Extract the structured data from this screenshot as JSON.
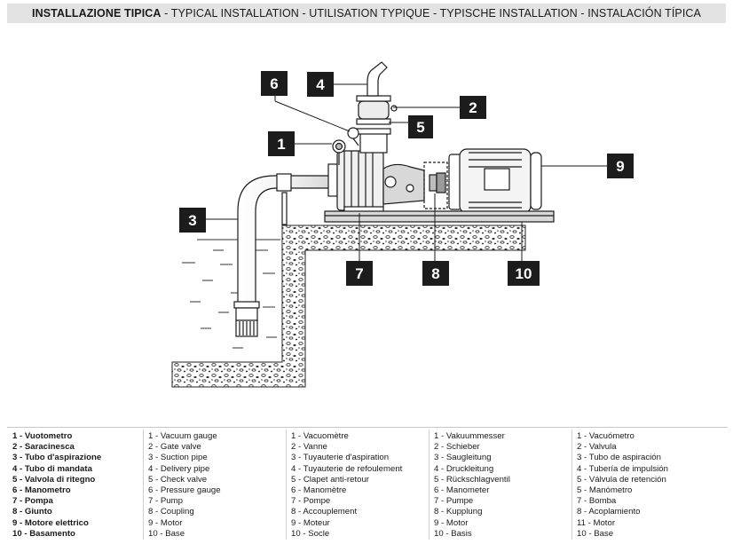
{
  "header": {
    "title_bold": "INSTALLAZIONE TIPICA",
    "title_rest": " - TYPICAL INSTALLATION - UTILISATION TYPIQUE - TYPISCHE INSTALLATION - INSTALACIÓN TÍPICA"
  },
  "callouts": [
    "1",
    "2",
    "3",
    "4",
    "5",
    "6",
    "7",
    "8",
    "9",
    "10"
  ],
  "legend": {
    "italian": [
      "1 - Vuotometro",
      "2 - Saracinesca",
      "3 - Tubo d'aspirazione",
      "4 - Tubo di mandata",
      "5 - Valvola di ritegno",
      "6 - Manometro",
      "7 - Pompa",
      "8 - Giunto",
      "9 - Motore elettrico",
      "10 - Basamento"
    ],
    "english": [
      "1 - Vacuum gauge",
      "2 - Gate valve",
      "3 - Suction pipe",
      "4 - Delivery pipe",
      "5 - Check valve",
      "6 - Pressure gauge",
      "7 - Pump",
      "8 - Coupling",
      "9 - Motor",
      "10 - Base"
    ],
    "french": [
      "1 - Vacuomètre",
      "2 - Vanne",
      "3 - Tuyauterie d'aspiration",
      "4 - Tuyauterie de refoulement",
      "5 - Clapet anti-retour",
      "6 - Manomètre",
      "7 - Pompe",
      "8 - Accouplement",
      "9 - Moteur",
      "10 - Socle"
    ],
    "german": [
      "1 - Vakuummesser",
      "2 - Schieber",
      "3 - Saugleitung",
      "4 - Druckleitung",
      "5 - Rückschlagventil",
      "6 - Manometer",
      "7 - Pumpe",
      "8 - Kupplung",
      "9 - Motor",
      "10 - Basis"
    ],
    "spanish": [
      "1 - Vacuómetro",
      "2 - Valvula",
      "3 - Tubo de aspiración",
      "4 - Tubería de impulsión",
      "5 - Válvula de retención",
      "5 - Manómetro",
      "7 - Bomba",
      "8 - Acoplamiento",
      "11 - Motor",
      "10 - Base"
    ]
  },
  "colors": {
    "callout_bg": "#1c1c1c",
    "callout_text": "#ffffff",
    "header_bg": "#e3e3e3",
    "line": "#1a1a1a"
  }
}
